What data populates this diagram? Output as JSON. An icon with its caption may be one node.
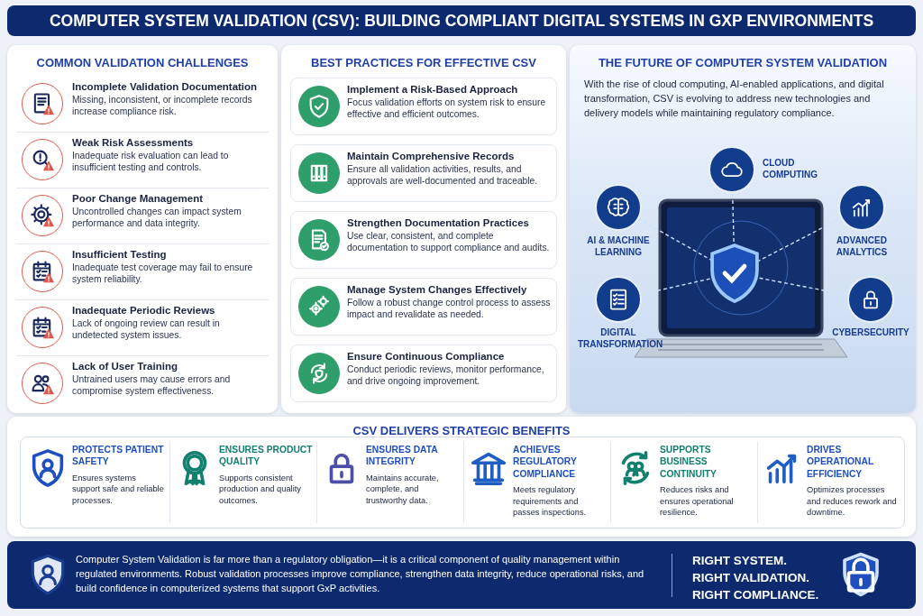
{
  "diagram": {
    "title": "COMPUTER SYSTEM VALIDATION (CSV): BUILDING COMPLIANT DIGITAL SYSTEMS IN GXP ENVIRONMENTS",
    "nodes": [
      {
        "text": [
          "COMMON VALIDATION CHALLENGES"
        ]
      },
      {
        "text": [
          "Incomplete Validation Documentation",
          "Missing, inconsistent, or incomplete records increase compliance risk."
        ],
        "in": 0
      },
      {
        "text": [
          "Weak Risk Assessments",
          "Inadequate risk evaluation can lead to insufficient testing and controls."
        ],
        "in": 0
      },
      {
        "text": [
          "Poor Change Management",
          "Uncontrolled changes can impact system performance and data integrity."
        ],
        "in": 0
      },
      {
        "text": [
          "Insufficient Testing",
          "Inadequate test coverage may fail to ensure system reliability."
        ],
        "in": 0
      },
      {
        "text": [
          "Inadequate Periodic Reviews",
          "Lack of ongoing review can result in undetected system issues."
        ],
        "in": 0
      },
      {
        "text": [
          "Lack of User Training",
          "Untrained users may cause errors and compromise system effectiveness."
        ],
        "in": 0
      },
      {
        "text": [
          "BEST PRACTICES FOR EFFECTIVE CSV"
        ]
      },
      {
        "text": [
          "Implement a Risk-Based Approach",
          "Focus validation efforts on system risk to ensure effective and efficient outcomes."
        ],
        "in": 7
      },
      {
        "text": [
          "Maintain Comprehensive Records",
          "Ensure all validation activities, results, and approvals are well-documented and traceable."
        ],
        "in": 7
      },
      {
        "text": [
          "Strengthen Documentation Practices",
          "Use clear, consistent, and complete documentation to support compliance and audits."
        ],
        "in": 7
      },
      {
        "text": [
          "Manage System Changes Effectively",
          "Follow a robust change control process to assess impact and revalidate as needed."
        ],
        "in": 7
      },
      {
        "text": [
          "Ensure Continuous Compliance",
          "Conduct periodic reviews, monitor performance, and drive ongoing improvement."
        ],
        "in": 7
      },
      {
        "text": [
          "THE FUTURE OF COMPUTER SYSTEM VALIDATION",
          "With the rise of cloud computing, AI-enabled applications, and digital transformation, CSV is evolving to address new technologies and delivery models while maintaining regulatory compliance."
        ]
      },
      {
        "text": [],
        "shape": "picture",
        "in": 13
      },
      {
        "text": [
          "CLOUD COMPUTING"
        ],
        "in": 13
      },
      {
        "text": [
          "AI & MACHINE LEARNING"
        ],
        "in": 13
      },
      {
        "text": [
          "ADVANCED ANALYTICS"
        ],
        "in": 13
      },
      {
        "text": [
          "DIGITAL TRANSFORMATION"
        ],
        "in": 13
      },
      {
        "text": [
          "CYBERSECURITY"
        ],
        "in": 13
      },
      {
        "text": [
          "CSV DELIVERS STRATEGIC BENEFITS"
        ]
      },
      {
        "text": [
          "PROTECTS PATIENT SAFETY",
          "Ensures systems support safe and reliable processes."
        ],
        "in": 20
      },
      {
        "text": [
          "ENSURES PRODUCT QUALITY",
          "Supports consistent production and quality outcomes."
        ],
        "in": 20
      },
      {
        "text": [
          "ENSURES DATA INTEGRITY",
          "Maintains accurate, complete, and trustworthy data."
        ],
        "in": 20
      },
      {
        "text": [
          "ACHIEVES REGULATORY COMPLIANCE",
          "Meets regulatory requirements and passes inspections."
        ],
        "in": 20
      },
      {
        "text": [
          "SUPPORTS BUSINESS CONTINUITY",
          "Reduces risks and ensures operational resilience."
        ],
        "in": 20
      },
      {
        "text": [
          "DRIVES OPERATIONAL EFFICIENCY",
          "Optimizes processes and reduces rework and downtime."
        ],
        "in": 20
      },
      {
        "text": [
          "Computer System Validation is far more than a regulatory obligation—it is a critical component of quality management within regulated environments. Robust validation processes improve compliance, strengthen data integrity, reduce operational risks, and build confidence in computerized systems that support GxP activities.",
          "RIGHT SYSTEM. RIGHT VALIDATION. RIGHT COMPLIANCE."
        ]
      }
    ],
    "edges": [
      {
        "from": 14,
        "to": 15,
        "arrow": "none",
        "style": "dashed"
      },
      {
        "from": 14,
        "to": 16,
        "arrow": "none",
        "style": "dashed"
      },
      {
        "from": 14,
        "to": 17,
        "arrow": "none",
        "style": "dashed"
      },
      {
        "from": 14,
        "to": 18,
        "arrow": "none",
        "style": "dashed"
      },
      {
        "from": 14,
        "to": 19,
        "arrow": "none",
        "style": "dashed"
      }
    ]
  }
}
